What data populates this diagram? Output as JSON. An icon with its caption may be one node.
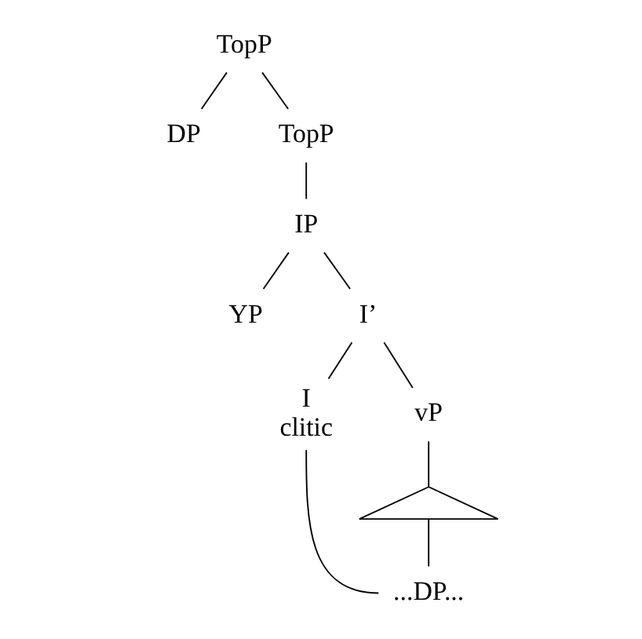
{
  "diagram": {
    "nodes": [
      {
        "text": [
          "TopP"
        ]
      },
      {
        "text": [
          "DP"
        ]
      },
      {
        "text": [
          "TopP"
        ]
      },
      {
        "text": [
          "IP"
        ]
      },
      {
        "text": [
          "YP"
        ]
      },
      {
        "text": [
          "I’"
        ]
      },
      {
        "text": [
          "I",
          "clitic"
        ]
      },
      {
        "text": [
          "vP"
        ]
      },
      {
        "text": [],
        "shape": "triangle"
      },
      {
        "text": [
          "...DP..."
        ]
      }
    ],
    "edges": [
      {
        "from": 0,
        "to": 1,
        "arrow": "none"
      },
      {
        "from": 0,
        "to": 2,
        "arrow": "none"
      },
      {
        "from": 2,
        "to": 3,
        "arrow": "none"
      },
      {
        "from": 3,
        "to": 4,
        "arrow": "none"
      },
      {
        "from": 3,
        "to": 5,
        "arrow": "none"
      },
      {
        "from": 5,
        "to": 6,
        "arrow": "none"
      },
      {
        "from": 5,
        "to": 7,
        "arrow": "none"
      },
      {
        "from": 7,
        "to": 8,
        "arrow": "none"
      },
      {
        "from": 8,
        "to": 9,
        "arrow": "none"
      },
      {
        "from": 6,
        "to": 9,
        "arrow": "none"
      }
    ]
  }
}
